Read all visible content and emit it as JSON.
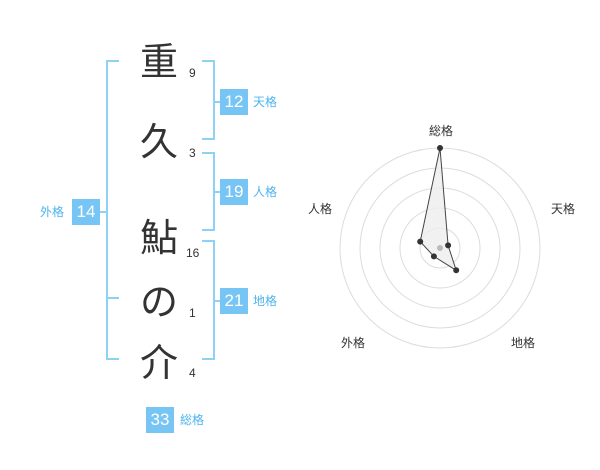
{
  "name": {
    "characters": [
      "重",
      "久",
      "鮎",
      "の",
      "介"
    ],
    "strokes": [
      "9",
      "3",
      "16",
      "1",
      "4"
    ]
  },
  "fortune": {
    "tenkaku": {
      "value": "12",
      "label": "天格"
    },
    "jinkaku": {
      "value": "19",
      "label": "人格"
    },
    "chikaku": {
      "value": "21",
      "label": "地格"
    },
    "gaikaku": {
      "value": "14",
      "label": "外格"
    },
    "soukaku": {
      "value": "33",
      "label": "総格"
    }
  },
  "chart_data": {
    "type": "radar",
    "axes": [
      "総格",
      "天格",
      "地格",
      "外格",
      "人格"
    ],
    "values": [
      33,
      12,
      21,
      14,
      19
    ],
    "grid": true,
    "rings": 5
  },
  "colors": {
    "accent": "#77c5f4",
    "bracket": "#8fd0f5",
    "label": "#4db3ef",
    "text": "#333333"
  }
}
